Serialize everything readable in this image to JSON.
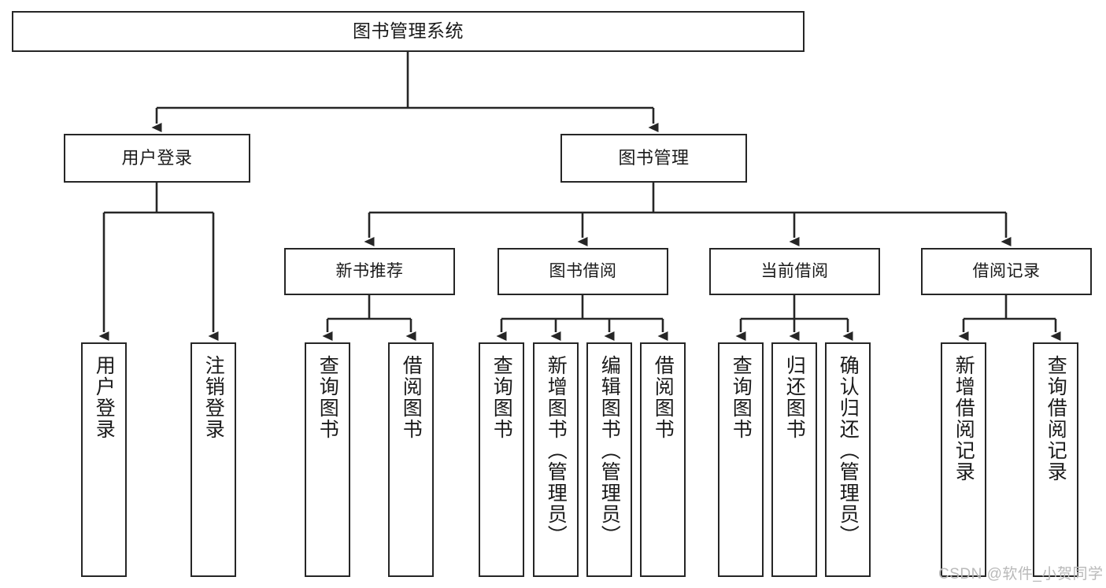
{
  "diagram": {
    "type": "tree-hierarchy",
    "title": "图书管理系统",
    "orientation": "top-down",
    "colors": {
      "box_border": "#262626",
      "box_fill": "#ffffff",
      "connector": "#262626",
      "text": "#1a1a1a",
      "watermark": "#b9b9b9",
      "background": "#ffffff"
    },
    "nodes": {
      "root": {
        "label": "图书管理系统"
      },
      "level1": [
        {
          "id": "user-login",
          "label": "用户登录"
        },
        {
          "id": "book-management",
          "label": "图书管理"
        }
      ],
      "level2": [
        {
          "id": "new-book-recommend",
          "label": "新书推荐",
          "parent": "book-management"
        },
        {
          "id": "book-borrow",
          "label": "图书借阅",
          "parent": "book-management"
        },
        {
          "id": "current-borrow",
          "label": "当前借阅",
          "parent": "book-management"
        },
        {
          "id": "borrow-record",
          "label": "借阅记录",
          "parent": "book-management"
        }
      ],
      "leaves": [
        {
          "id": "leaf-user-login",
          "label": "用户登录",
          "parent": "user-login"
        },
        {
          "id": "leaf-logout-login",
          "label": "注销登录",
          "parent": "user-login"
        },
        {
          "id": "leaf-query-book-1",
          "label": "查询图书",
          "parent": "new-book-recommend"
        },
        {
          "id": "leaf-borrow-book-1",
          "label": "借阅图书",
          "parent": "new-book-recommend"
        },
        {
          "id": "leaf-query-book-2",
          "label": "查询图书",
          "parent": "book-borrow"
        },
        {
          "id": "leaf-add-book",
          "label": "新增图书（管理员）",
          "parent": "book-borrow"
        },
        {
          "id": "leaf-edit-book",
          "label": "编辑图书（管理员）",
          "parent": "book-borrow"
        },
        {
          "id": "leaf-borrow-book-2",
          "label": "借阅图书",
          "parent": "book-borrow"
        },
        {
          "id": "leaf-query-book-3",
          "label": "查询图书",
          "parent": "current-borrow"
        },
        {
          "id": "leaf-return-book",
          "label": "归还图书",
          "parent": "current-borrow"
        },
        {
          "id": "leaf-confirm-return",
          "label": "确认归还（管理员）",
          "parent": "current-borrow"
        },
        {
          "id": "leaf-add-record",
          "label": "新增借阅记录",
          "parent": "borrow-record"
        },
        {
          "id": "leaf-query-record",
          "label": "查询借阅记录",
          "parent": "borrow-record"
        }
      ]
    },
    "watermark": "CSDN @软件_小贺同学"
  }
}
